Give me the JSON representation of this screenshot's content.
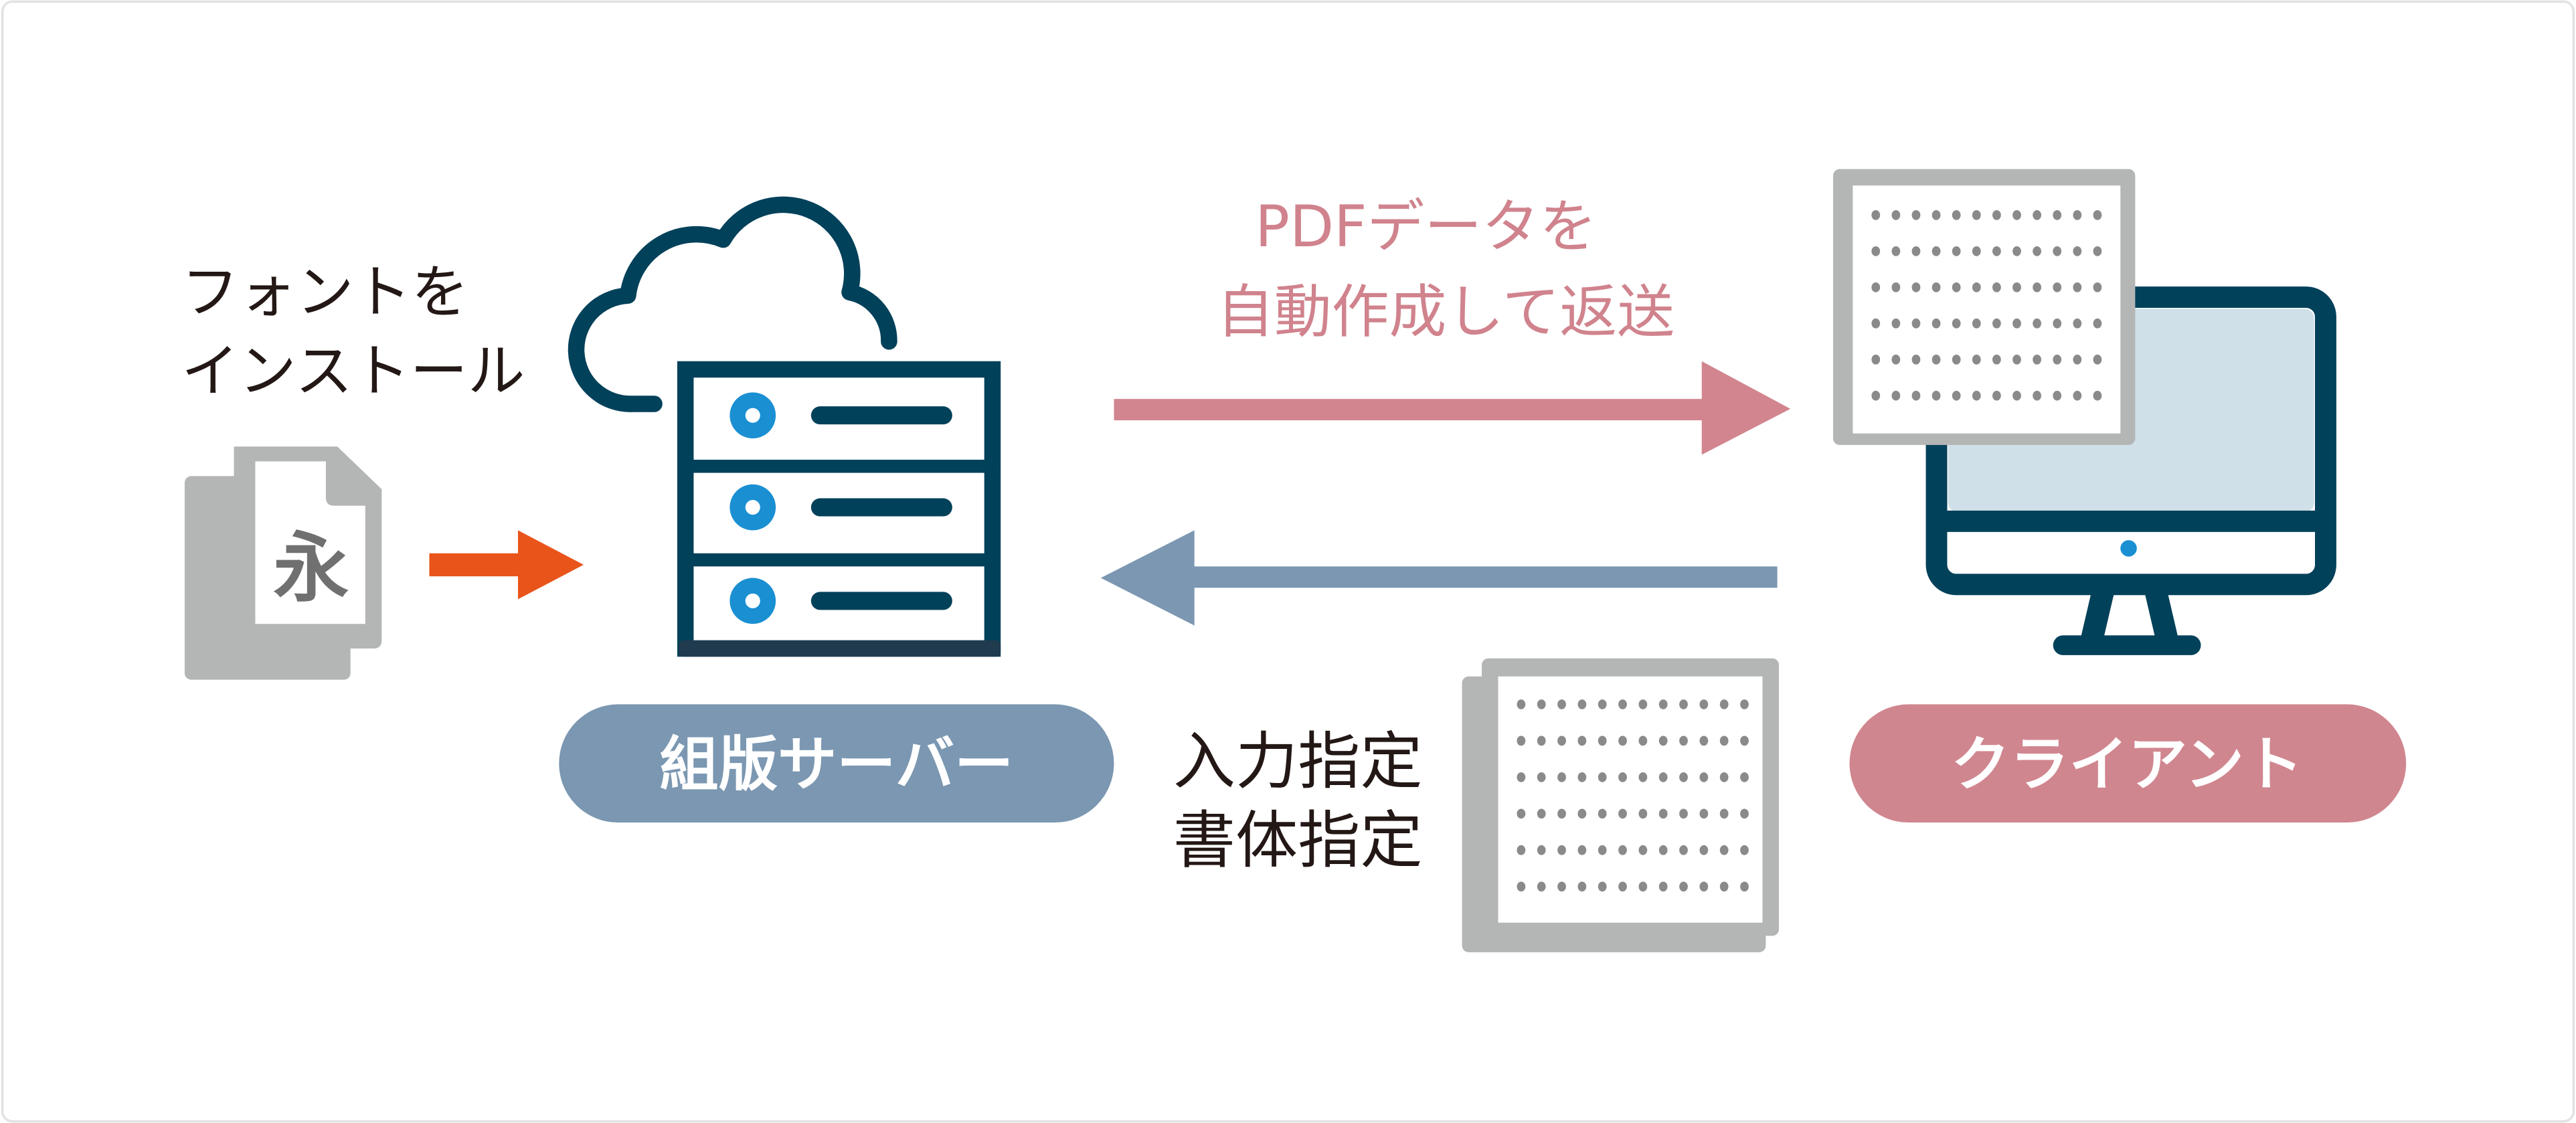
{
  "install_note": {
    "line1": "フォントを",
    "line2": "インストール"
  },
  "font_file": {
    "glyph": "永"
  },
  "server": {
    "label": "組版サーバー"
  },
  "pdf_note": {
    "line1": "PDFデータを",
    "line2": "自動作成して返送"
  },
  "request_note": {
    "line1": "入力指定",
    "line2": "書体指定"
  },
  "client": {
    "label": "クライアント"
  },
  "colors": {
    "dark_navy": "#02415a",
    "accent_blue": "#1a8fd2",
    "server_pill": "#7b97b1",
    "client_pill": "#d0868f",
    "orange_arrow": "#e8541a",
    "pink_arrow": "#d2858f",
    "blue_arrow": "#7b97b1",
    "gray_doc": "#b4b5b5",
    "dots": "#8a8a8a",
    "screen": "#cfe0e8"
  }
}
